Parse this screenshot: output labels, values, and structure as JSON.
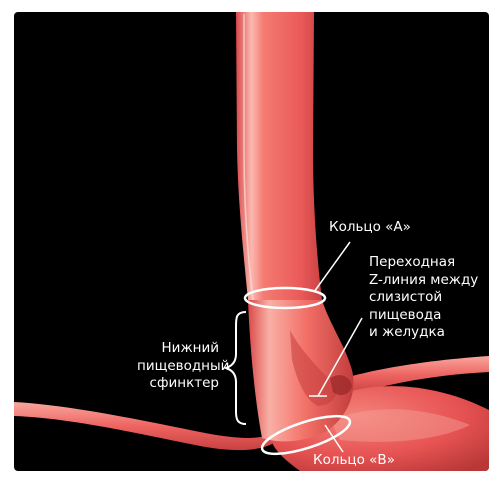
{
  "figure": {
    "labels": {
      "ring_a": "Кольцо «А»",
      "z_line": [
        "Переходная",
        "Z-линия между",
        "слизистой",
        "пищевода",
        "и желудка"
      ],
      "sphincter": [
        "Нижний",
        "пищеводный",
        "сфинктер"
      ],
      "ring_b": "Кольцо «В»"
    },
    "colors": {
      "background": "#000000",
      "frame": "#ffffff",
      "tissue": "#ee5f5f",
      "tissue_highlight": "#fbb8b0",
      "tissue_shadow": "#b73a3a",
      "label_text": "#ffffff",
      "callout_lines": "#ffffff"
    }
  }
}
